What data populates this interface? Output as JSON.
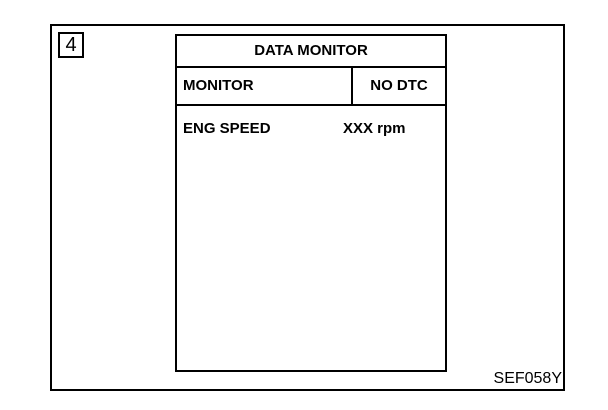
{
  "step_number": "4",
  "screen": {
    "title": "DATA MONITOR",
    "header": {
      "left": "MONITOR",
      "right": "NO DTC"
    },
    "items": [
      {
        "name": "ENG SPEED",
        "value": "XXX rpm"
      }
    ]
  },
  "reference_code": "SEF058Y"
}
